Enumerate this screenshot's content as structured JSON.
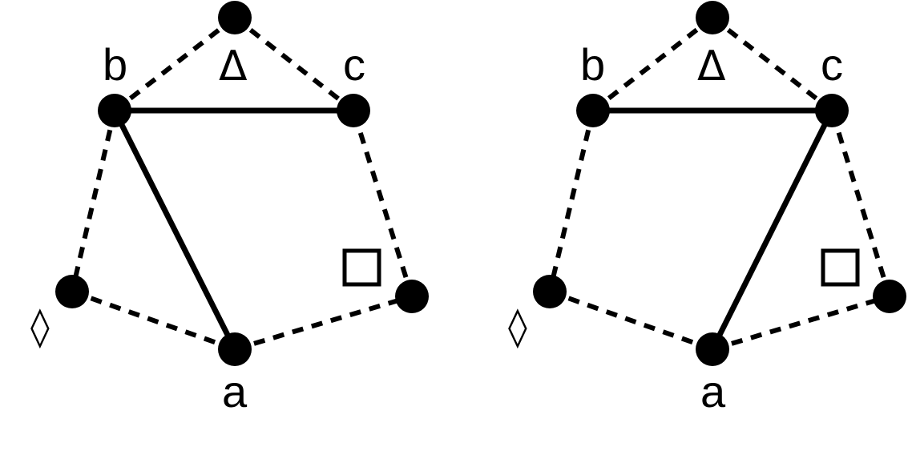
{
  "diagrams": [
    {
      "id": "left",
      "labels": {
        "a": "a",
        "b": "b",
        "c": "c"
      },
      "symbols": {
        "triangle": "Δ",
        "diamond": "◊",
        "square": "□"
      },
      "solid_edges": [
        [
          "b",
          "c"
        ],
        [
          "b",
          "a"
        ]
      ]
    },
    {
      "id": "right",
      "labels": {
        "a": "a",
        "b": "b",
        "c": "c"
      },
      "symbols": {
        "triangle": "Δ",
        "diamond": "◊",
        "square": "□"
      },
      "solid_edges": [
        [
          "b",
          "c"
        ],
        [
          "c",
          "a"
        ]
      ]
    }
  ],
  "dashed_edges": [
    [
      "b",
      "top"
    ],
    [
      "top",
      "c"
    ],
    [
      "b",
      "left"
    ],
    [
      "left",
      "a"
    ],
    [
      "a",
      "right"
    ],
    [
      "right",
      "c"
    ]
  ]
}
